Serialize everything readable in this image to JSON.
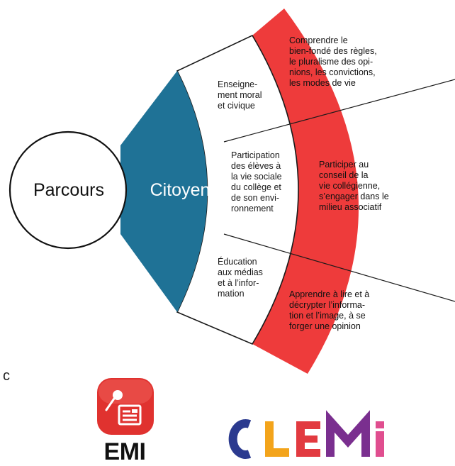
{
  "center": {
    "label": "Parcours"
  },
  "pathway": {
    "label": "Citoyen",
    "color": "#1f7296"
  },
  "rows": [
    {
      "theme": "Enseigne-\nment moral\net civique",
      "objective": "Comprendre le\nbien-fondé des règles,\nle pluralisme des opi-\nnions, les convictions,\nles modes de vie"
    },
    {
      "theme": "Participation\ndes élèves à\nla vie sociale\ndu collège et\nde son envi-\nronnement",
      "objective": "Participer au\nconseil de la\nvie collégienne,\ns’engager dans le\nmilieu associatif"
    },
    {
      "theme": "Éducation\naux médias\net à l’infor-\nmation",
      "objective": "Apprendre à lire et à\ndécrypter l’informa-\ntion et l’image, à se\nforger une opinion"
    }
  ],
  "colors": {
    "objective_band": "#ee3b3b",
    "theme_band": "#ffffff"
  },
  "logos": {
    "emi": {
      "text": "EMI",
      "icon": "microphone-newspaper-icon",
      "color": "#e0322f"
    },
    "clemi": {
      "text": "CLEMI",
      "letter_colors": [
        "#2b3a8f",
        "#f3a41b",
        "#e23a40",
        "#7a2f8f",
        "#e04e8f"
      ]
    }
  },
  "stray_glyph": "c"
}
